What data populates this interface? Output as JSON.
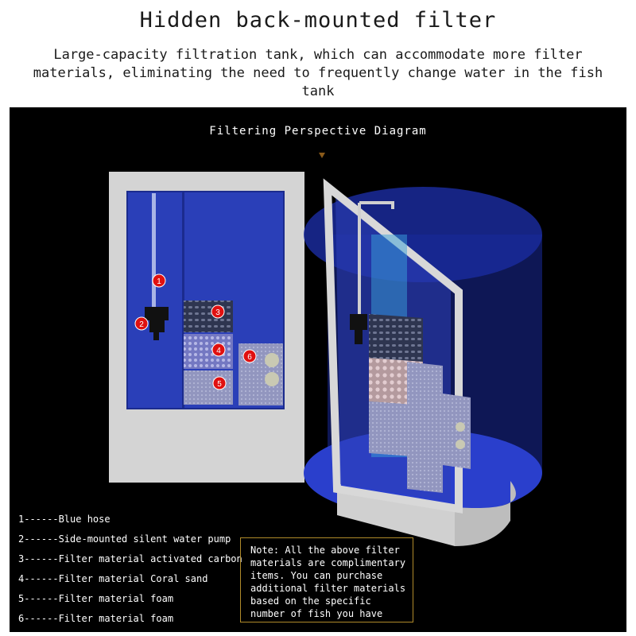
{
  "title": "Hidden back-mounted filter",
  "subtitle": "Large-capacity filtration tank, which can accommodate more filter materials, eliminating the need to frequently change water in the fish tank",
  "panel": {
    "title": "Filtering Perspective Diagram",
    "markers": [
      "1",
      "2",
      "3",
      "4",
      "5",
      "6"
    ],
    "legend": [
      "1------Blue hose",
      "2------Side-mounted silent water pump",
      "3------Filter material activated carbon",
      "4------Filter material Coral sand",
      "5------Filter material foam",
      "6------Filter material foam"
    ],
    "note": "Note: All the above filter materials are complimentary items. You can purchase additional filter materials based on the specific number of fish you have"
  },
  "colors": {
    "background": "#000000",
    "tank_water": "#2a3fb8",
    "tank_frame": "#d8d8d8",
    "marker": "#e01010",
    "note_border": "#b08a2a",
    "arrow": "#8a5a1a"
  }
}
